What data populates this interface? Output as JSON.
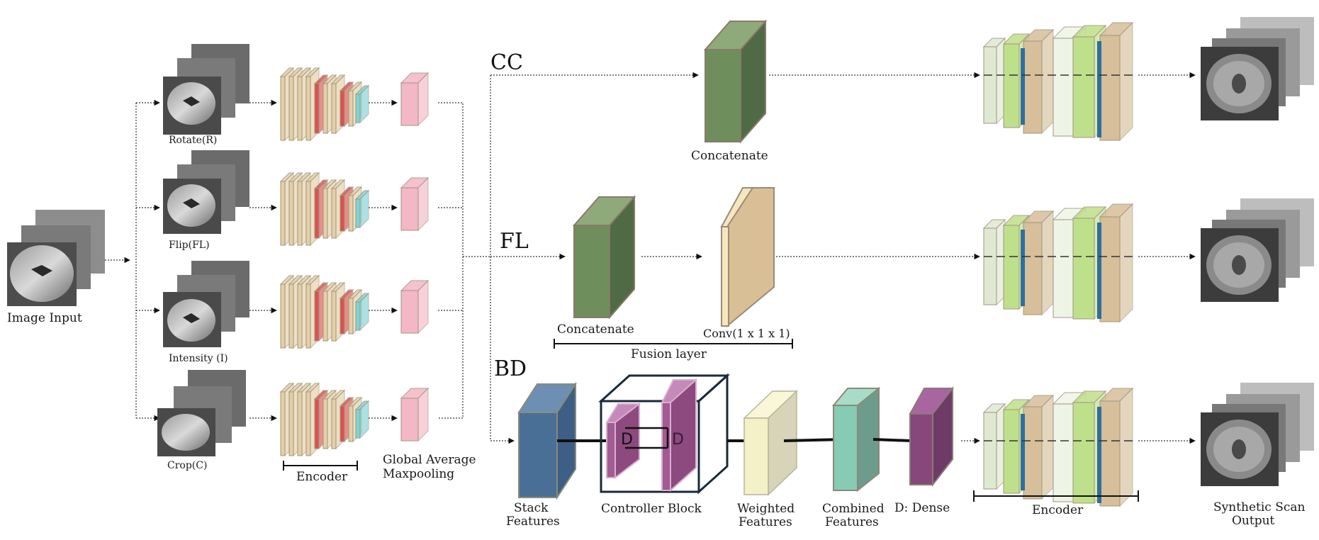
{
  "input": {
    "label": "Image Input"
  },
  "augmentations": [
    {
      "label": "Rotate(R)"
    },
    {
      "label": "Flip(FL)"
    },
    {
      "label": "Intensity (I)"
    },
    {
      "label": "Crop(C)"
    }
  ],
  "encoder_left": {
    "label": "Encoder"
  },
  "pooling": {
    "label_line1": "Global Average",
    "label_line2": "Maxpooling"
  },
  "branches": {
    "cc": {
      "label": "CC",
      "concat_label": "Concatenate"
    },
    "fl": {
      "label": "FL",
      "concat_label": "Concatenate",
      "conv_label": "Conv(1 x 1 x 1)",
      "fusion_label": "Fusion layer"
    },
    "bd": {
      "label": "BD",
      "stack_line1": "Stack",
      "stack_line2": "Features",
      "controller_label": "Controller Block",
      "dense_letter_1": "D",
      "dense_letter_2": "D",
      "weighted_line1": "Weighted",
      "weighted_line2": "Features",
      "combined_line1": "Combined",
      "combined_line2": "Features",
      "dense_label": "D: Dense"
    }
  },
  "encoder_right": {
    "label": "Encoder"
  },
  "output": {
    "label_line1": "Synthetic Scan",
    "label_line2": "Output"
  },
  "colors": {
    "encoder_tan": "#e4cfa6",
    "encoder_red": "#d9534f",
    "encoder_cyan": "#7fd3d6",
    "pool_pink": "#f3b7c5",
    "concat_green": "#6e8e5c",
    "conv_cream": "#f5e6bd",
    "stack_blue": "#4a6f96",
    "controller_purple": "#a35b93",
    "weighted_yellow": "#f4f0c8",
    "combined_teal": "#86cbb4",
    "dense_purple": "#87477b",
    "decoder_green": "#bfe08a",
    "decoder_tan": "#d6bf9a",
    "decoder_blue": "#2f6f99"
  }
}
